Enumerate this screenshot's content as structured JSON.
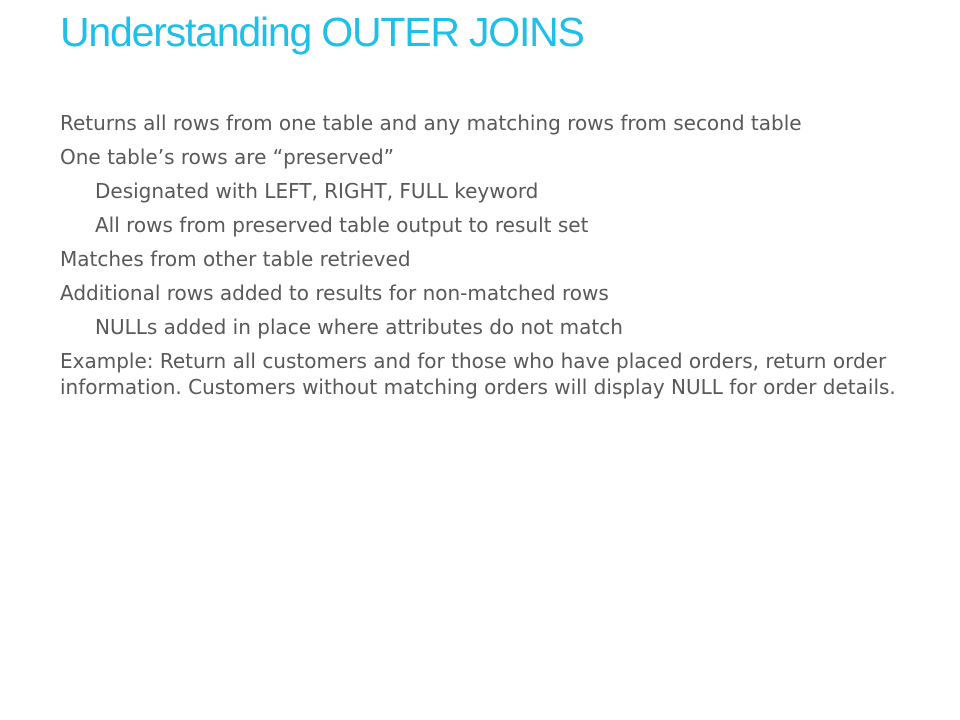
{
  "slide": {
    "title": "Understanding OUTER JOINS",
    "bullets": [
      {
        "level": 1,
        "text": "Returns all rows from one table and any matching rows from second table"
      },
      {
        "level": 1,
        "text": "One table’s rows are “preserved”"
      },
      {
        "level": 2,
        "text": "Designated with LEFT, RIGHT, FULL keyword"
      },
      {
        "level": 2,
        "text": "All rows from preserved table output to result set"
      },
      {
        "level": 1,
        "text": "Matches from other table retrieved"
      },
      {
        "level": 1,
        "text": "Additional rows added to results for non-matched rows"
      },
      {
        "level": 2,
        "text": "NULLs added in place where attributes do not match"
      },
      {
        "level": 1,
        "text": "Example: Return all customers and for those who have placed orders, return order information. Customers without matching orders will display NULL for order details."
      }
    ]
  },
  "colors": {
    "title": "#1ec0ea",
    "body": "#595959",
    "background": "#ffffff"
  }
}
